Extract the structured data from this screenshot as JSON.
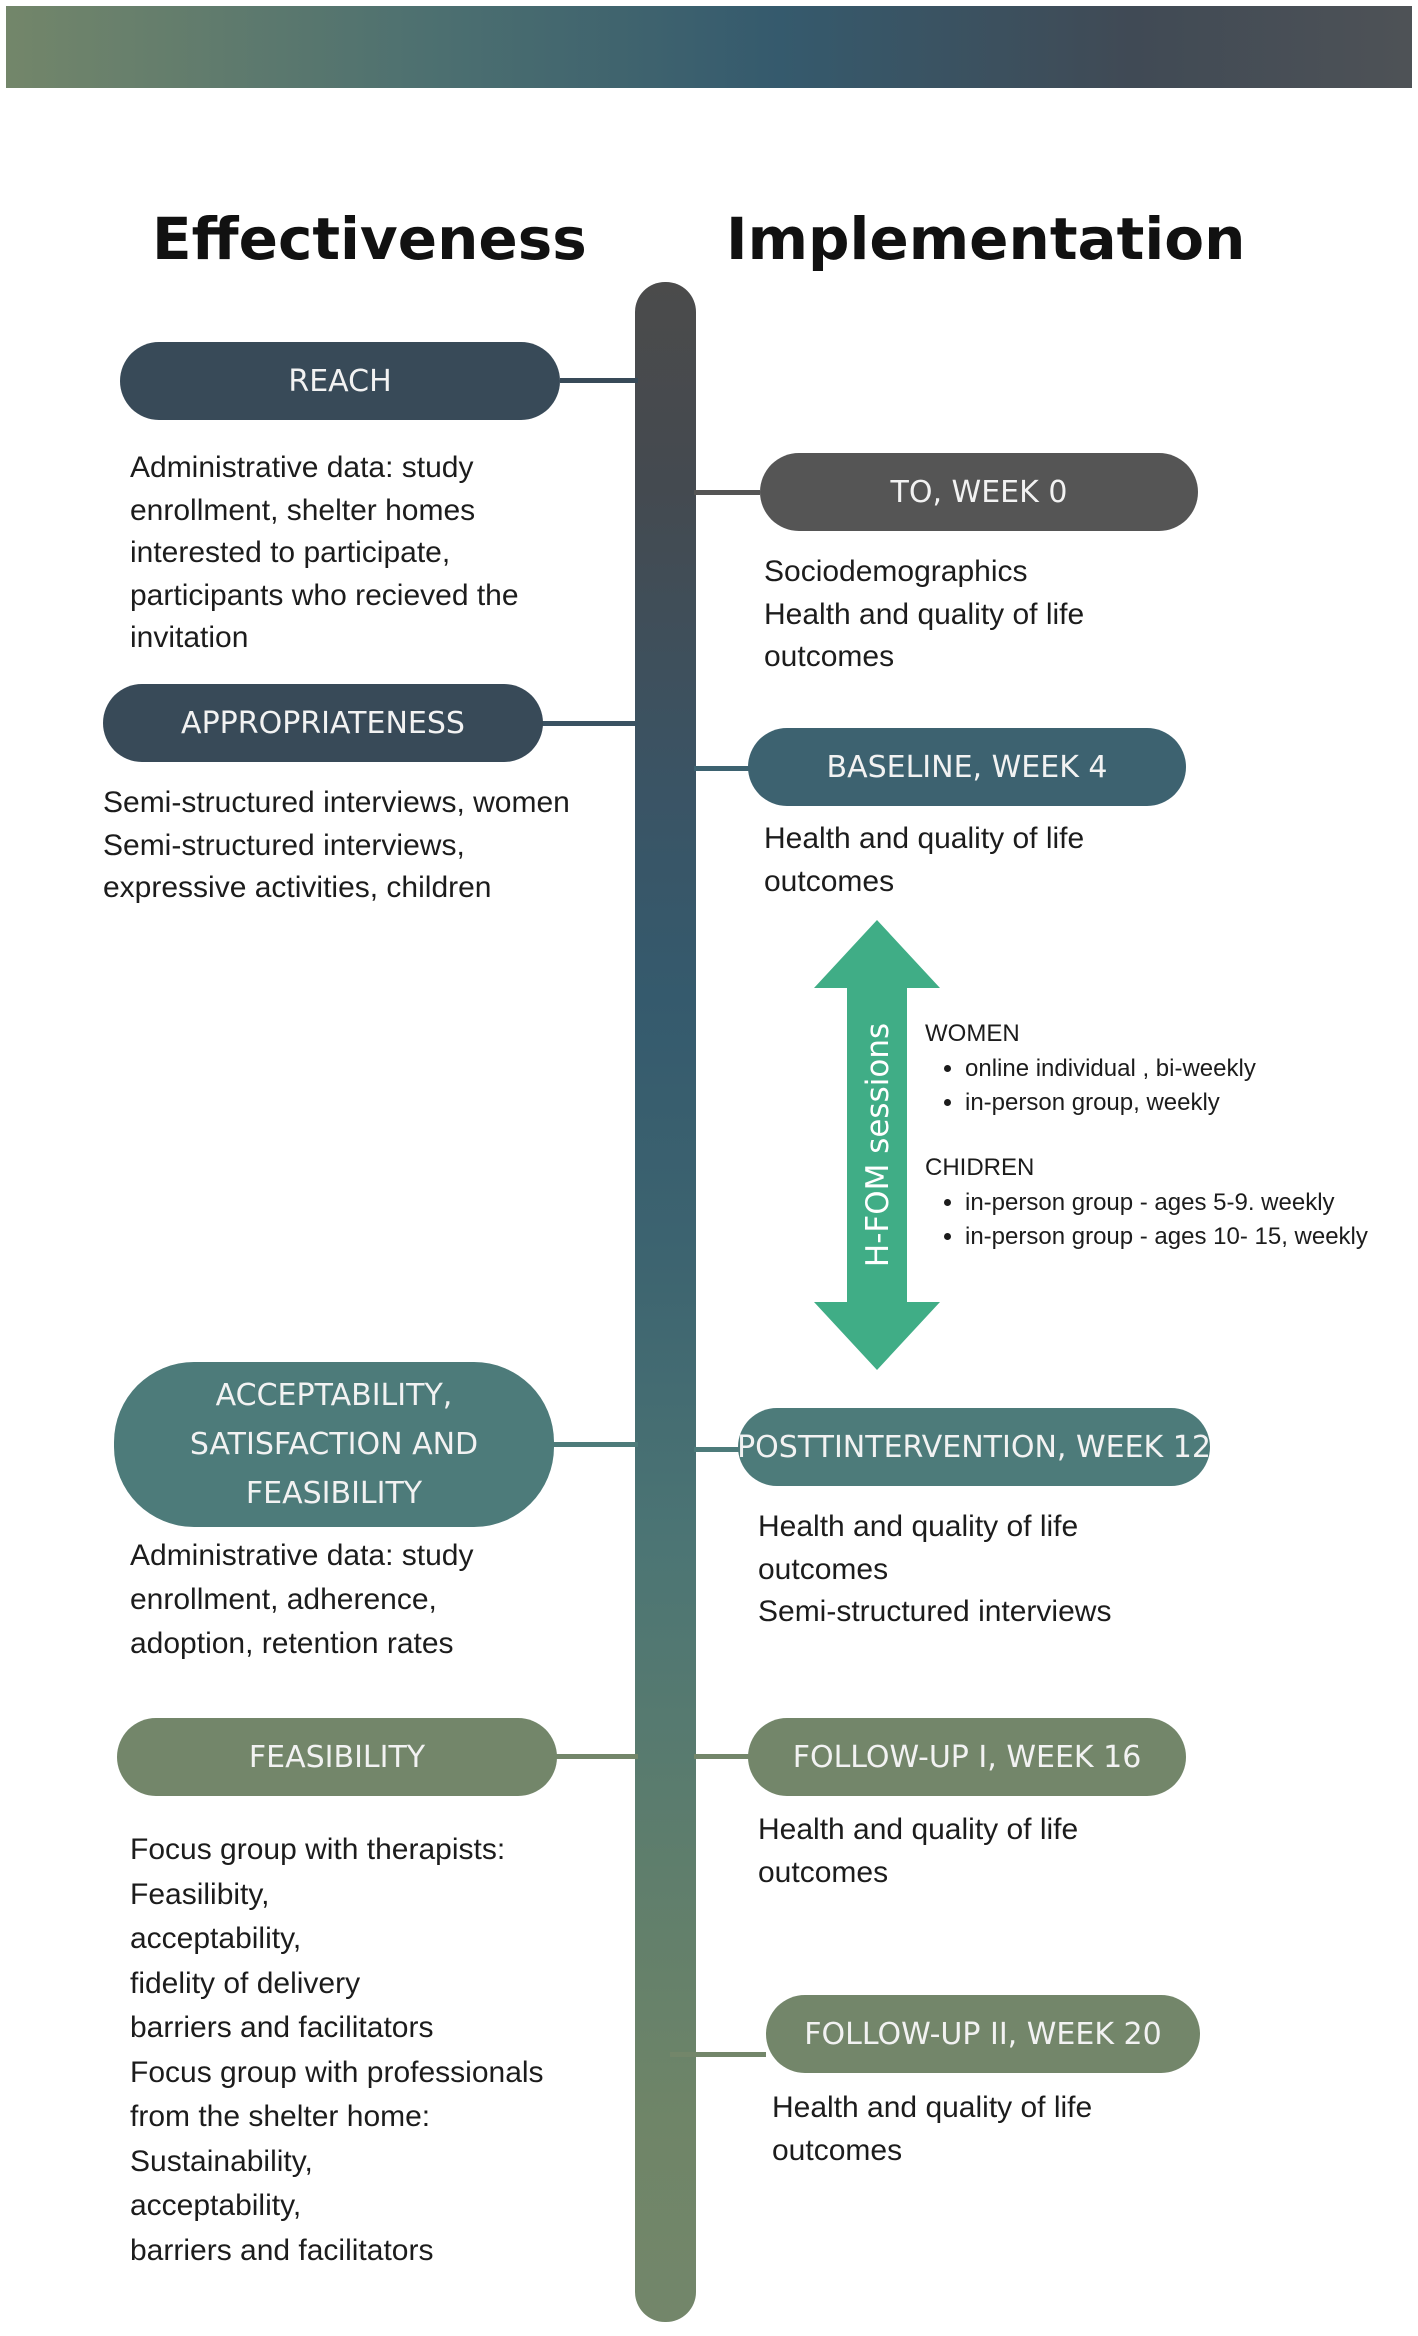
{
  "headings": {
    "left": "Effectiveness",
    "right": "Implementation"
  },
  "colors": {
    "dark_slate": "#384a58",
    "dark_gray": "#555555",
    "teal": "#3d6270",
    "sea_teal": "#4d7b7a",
    "sage": "#73866a",
    "arrow_green": "#40ad86"
  },
  "left": [
    {
      "label": "REACH",
      "lines": [
        "Administrative data: study",
        "enrollment, shelter homes",
        "interested to participate,",
        "participants who recieved the",
        "invitation"
      ]
    },
    {
      "label": "APPROPRIATENESS",
      "lines": [
        "Semi-structured interviews, women",
        "Semi-structured interviews,",
        "expressive activities, children"
      ]
    },
    {
      "label_lines": [
        "ACCEPTABILITY,",
        "SATISFACTION AND",
        "FEASIBILITY"
      ],
      "lines": [
        "Administrative data: study",
        "enrollment, adherence,",
        "adoption, retention rates"
      ]
    },
    {
      "label": "FEASIBILITY",
      "lines": [
        "Focus group with therapists:",
        "Feasilibity,",
        "acceptability,",
        "fidelity of delivery",
        "barriers and facilitators",
        "Focus group with professionals",
        "from the shelter home:",
        "Sustainability,",
        "acceptability,",
        "barriers and facilitators"
      ]
    }
  ],
  "right": [
    {
      "label": "TO, WEEK 0",
      "lines": [
        "Sociodemographics",
        "Health and quality of life",
        "outcomes"
      ]
    },
    {
      "label": "BASELINE, WEEK 4",
      "lines": [
        "Health and quality of life",
        "outcomes"
      ]
    },
    {
      "label": "POSTTINTERVENTION, WEEK 12",
      "lines": [
        "Health and quality of life",
        "outcomes",
        "Semi-structured interviews"
      ]
    },
    {
      "label": "FOLLOW-UP I, WEEK 16",
      "lines": [
        "Health and quality of life",
        "outcomes"
      ]
    },
    {
      "label": "FOLLOW-UP II, WEEK 20",
      "lines": [
        "Health and quality of life",
        "outcomes"
      ]
    }
  ],
  "sessions": {
    "arrow_label": "H-FOM sessions",
    "women": {
      "heading": "WOMEN",
      "items": [
        "online individual , bi-weekly",
        "in-person group, weekly"
      ]
    },
    "children": {
      "heading": "CHIDREN",
      "items": [
        "in-person group - ages 5-9. weekly",
        "in-person group - ages 10- 15, weekly"
      ]
    }
  }
}
